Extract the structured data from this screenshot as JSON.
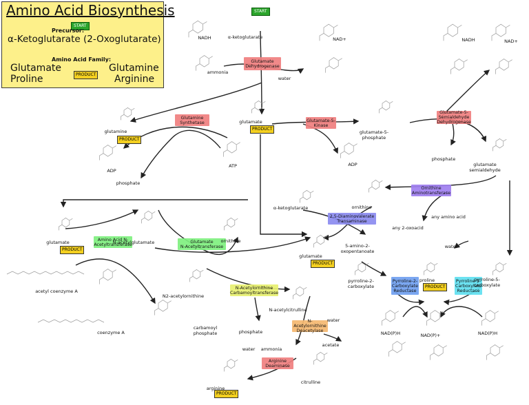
{
  "info": {
    "title": "Amino Acid Biosynthesis",
    "start_badge": "START",
    "precursor_label": "Precursor:",
    "precursor": "α-Ketoglutarate (2-Oxoglutarate)",
    "family_label": "Amino Acid Family:",
    "family_left": [
      "Glutamate",
      "Proline"
    ],
    "product_badge": "PRODUCT",
    "family_right": [
      "Glutamine",
      "Arginine"
    ]
  },
  "badges": {
    "start": "START",
    "product": "PRODUCT"
  },
  "enzymes": [
    {
      "id": "glutamate-dehydrogenase",
      "text": "Glutamate\nDehydrogenase",
      "color": "#f08080"
    },
    {
      "id": "glutamine-synthetase",
      "text": "Glutamine\nSynthetase",
      "color": "#f08080"
    },
    {
      "id": "glutamate-5-kinase",
      "text": "Glutamate-5-\nKinase",
      "color": "#f08080"
    },
    {
      "id": "glutamate-5-semialdehyde-dehydrogenase",
      "text": "Glutamate-5-\nSemialdehyde\nDehydrogenase",
      "color": "#f08080"
    },
    {
      "id": "ornithine-aminotransferase",
      "text": "Ornithine\nAminotransferase",
      "color": "#a080f0"
    },
    {
      "id": "diaminovalerate-transaminase",
      "text": "2,5-Diaminovalerate\nTransaminase",
      "color": "#8c8cf0"
    },
    {
      "id": "amino-acid-n-acetyltransferase",
      "text": "Amino Acid N-\nAcetyltransferase",
      "color": "#80f080"
    },
    {
      "id": "glutamate-n-acetyltransferase",
      "text": "Glutamate\nN-Acetyltransferase",
      "color": "#80f080"
    },
    {
      "id": "n-acetylornithine-carbamoyltransferase",
      "text": "N-Acetylornithine\nCarbamoyltransferase",
      "color": "#e8f070"
    },
    {
      "id": "n-acetylornithine-deacetylase",
      "text": "N-Acetylornithine\nDeacetylase",
      "color": "#f5b870"
    },
    {
      "id": "arginine-deaminase",
      "text": "Arginine\nDeaminase",
      "color": "#f08080"
    },
    {
      "id": "pyrroline-2-carboxylate-reductase",
      "text": "Pyrroline-2-\nCarboxylate\nReductase",
      "color": "#70a0f0"
    },
    {
      "id": "pyrroline-5-carboxylate-reductase",
      "text": "Pyrroline-5-\nCarboxylate\nReductase",
      "color": "#60e0f0"
    }
  ],
  "compounds": [
    {
      "id": "alpha-ketoglutarate-top",
      "text": "α-ketoglutarate"
    },
    {
      "id": "nadh-1",
      "text": "NADH"
    },
    {
      "id": "ammonia-1",
      "text": "ammonia"
    },
    {
      "id": "nadplus-1",
      "text": "NAD+"
    },
    {
      "id": "water-1",
      "text": "water"
    },
    {
      "id": "nadh-2",
      "text": "NADH"
    },
    {
      "id": "nadplus-2",
      "text": "NAD+"
    },
    {
      "id": "glutamine",
      "text": "glutamine"
    },
    {
      "id": "glutamate-center",
      "text": "glutamate"
    },
    {
      "id": "glutamate-5-phosphate",
      "text": "glutamate-5-\nphosphate"
    },
    {
      "id": "phosphate-1",
      "text": "phosphate"
    },
    {
      "id": "glutamate-semialdehyde",
      "text": "glutamate\nsemialdehyde"
    },
    {
      "id": "adp-1",
      "text": "ADP"
    },
    {
      "id": "phosphate-2",
      "text": "phosphate"
    },
    {
      "id": "atp",
      "text": "ATP"
    },
    {
      "id": "adp-2",
      "text": "ADP"
    },
    {
      "id": "alpha-ketoglutarate-mid",
      "text": "α-ketoglutarate"
    },
    {
      "id": "ornithine-right",
      "text": "ornithine"
    },
    {
      "id": "any-2-oxoacid",
      "text": "any 2-oxoacid"
    },
    {
      "id": "any-amino-acid",
      "text": "any amino acid"
    },
    {
      "id": "glutamate-left",
      "text": "glutamate"
    },
    {
      "id": "n-acetylglutamate",
      "text": "N-acetylglutamate"
    },
    {
      "id": "ornithine-mid",
      "text": "ornithine"
    },
    {
      "id": "glutamate-lower",
      "text": "glutamate"
    },
    {
      "id": "amino-oxopentanoate",
      "text": "5-amino-2-\noxopentanoate"
    },
    {
      "id": "water-2",
      "text": "water"
    },
    {
      "id": "acetyl-coa",
      "text": "acetyl coenzyme A"
    },
    {
      "id": "coenzyme-a",
      "text": "coenzyme A"
    },
    {
      "id": "n2-acetylornithine",
      "text": "N2-acetylornithine"
    },
    {
      "id": "pyrroline-2-carboxylate",
      "text": "pyrroline-2-\ncarboxylate"
    },
    {
      "id": "proline",
      "text": "proline"
    },
    {
      "id": "pyrroline-5-carboxylate",
      "text": "pyrroline-5-\ncarboxylate"
    },
    {
      "id": "carbamoyl-phosphate",
      "text": "carbamoyl\nphosphate"
    },
    {
      "id": "phosphate-3",
      "text": "phosphate"
    },
    {
      "id": "n-acetylcitrulline",
      "text": "N-acetylcitrulline"
    },
    {
      "id": "water-3",
      "text": "water"
    },
    {
      "id": "acetate",
      "text": "acetate"
    },
    {
      "id": "nadph-1",
      "text": "NAD(P)H"
    },
    {
      "id": "nadpplus",
      "text": "NAD(P)+"
    },
    {
      "id": "nadph-2",
      "text": "NAD(P)H"
    },
    {
      "id": "water-4",
      "text": "water"
    },
    {
      "id": "ammonia-2",
      "text": "ammonia"
    },
    {
      "id": "arginine",
      "text": "arginine"
    },
    {
      "id": "citrulline",
      "text": "citrulline"
    }
  ],
  "colors": {
    "info_bg": "#fdf08a",
    "start": "#2ca52c",
    "product": "#f4d020",
    "arrow": "#222222",
    "structure": "#999999"
  }
}
